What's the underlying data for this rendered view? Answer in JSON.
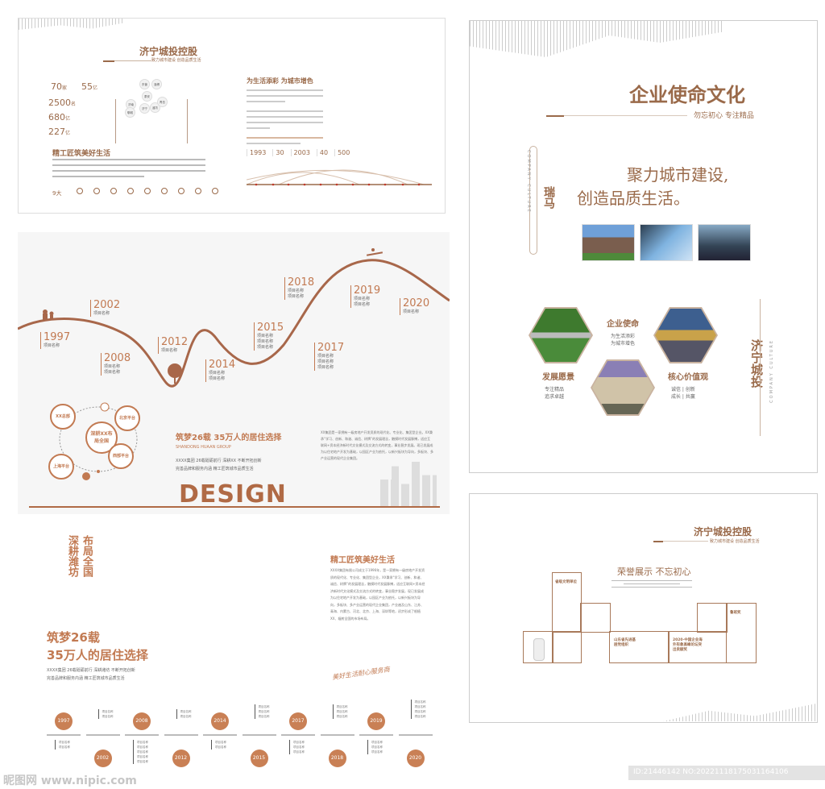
{
  "panel_a": {
    "title": "济宁城投控股",
    "subtitle": "致力城市建设 创造品质生活",
    "stats": [
      {
        "num": "70",
        "unit": "家"
      },
      {
        "num": "55",
        "unit": "亿"
      },
      {
        "num": "2500",
        "unit": "名"
      },
      {
        "num": "680",
        "unit": "亿"
      },
      {
        "num": "227",
        "unit": "亿"
      }
    ],
    "map_nodes": [
      "济南",
      "济宁",
      "潍坊",
      "泰安",
      "青岛",
      "聊城",
      "淄博",
      "东营"
    ],
    "heading": "精工匠筑美好生活",
    "right_heading": "为生活添彩 为城市增色",
    "key_stats": [
      "1993",
      "30",
      "2003",
      "40",
      "500"
    ],
    "icons_prefix": "9大"
  },
  "panel_b": {
    "timeline": [
      {
        "year": "1997",
        "items": [
          "项目名称"
        ]
      },
      {
        "year": "2002",
        "items": [
          "项目名称"
        ]
      },
      {
        "year": "2008",
        "items": [
          "项目名称",
          "项目名称"
        ]
      },
      {
        "year": "2012",
        "items": [
          "项目名称"
        ]
      },
      {
        "year": "2014",
        "items": [
          "项目名称",
          "项目名称"
        ]
      },
      {
        "year": "2015",
        "items": [
          "项目名称",
          "项目名称",
          "项目名称"
        ]
      },
      {
        "year": "2017",
        "items": [
          "项目名称",
          "项目名称",
          "项目名称"
        ]
      },
      {
        "year": "2018",
        "items": [
          "项目名称",
          "项目名称"
        ]
      },
      {
        "year": "2019",
        "items": [
          "项目名称",
          "项目名称"
        ]
      },
      {
        "year": "2020",
        "items": [
          "项目名称"
        ]
      }
    ],
    "center_circle": "深耕XX布局全国",
    "platforms": [
      "XX总部",
      "北京平台",
      "上海平台",
      "西部平台"
    ],
    "heading": "筑梦26载 35万人的居住选择",
    "subheading": "SHANDONG HUAAN GROUP",
    "body_lines": [
      "XXXX集团 26载砥砺前行 深耕XX 不断开拓创新",
      "完善品牌和服务内涵 精工匠筑城市品质生活"
    ],
    "paragraph": "XX集团是一家拥有一级房地产开发资质的现代化、专业化、集团型企业。XX秉承“学习、创新、和谐、诚信、树牌”的发展理念，触摸时代发展脉搏，适应互联网+资本经济新时代文化模式及交流方式的转变，事业稳步发展。现已发展成为以住宅地产开发为基础，以园区产业为依托，以新兴板块为导向，多板块、多产业运营的现代企业集团。",
    "design_word": "DESIGN"
  },
  "panel_c": {
    "vertical_1": "深耕潍坊",
    "vertical_2": "布局全国",
    "heading_1": "筑梦26载",
    "heading_2": "35万人的居住选择",
    "lines": [
      "XXXX集团 26载砥砺前行 深耕潍坊 不断开拓创新",
      "完善品牌和服务内涵 精工匠筑城市品质生活"
    ],
    "right_heading": "精工匠筑美好生活",
    "right_paragraph": "XXXX集团有限公司成立于1996年，是一家拥有一级房地产开发资质的现代化、专业化、集团型企业，XX秉承“学习、创新、和谐、诚信、树牌”的发展理念，触摸时代发展脉搏，适应互联网+资本经济新时代文化模式及交流方式的转变，事业稳步发展，现已发展成为以住宅地产开发为基础，以园区产业为依托，以新兴板块为导向，多板块、多产业运营的现代企业集团，产业遍及山东、江苏、青海、内蒙古、河北、北京、上海、深圳等地，初步形成了根植XX、辐射全国的市场布局。",
    "signature": "美好生活耐心服务商",
    "timeline": [
      {
        "year": "1997",
        "items": [
          "项目名称",
          "项目名称"
        ]
      },
      {
        "year": "2002",
        "items": [
          "项目名称",
          "项目名称"
        ]
      },
      {
        "year": "2008",
        "items": [
          "项目名称",
          "项目名称",
          "项目名称",
          "项目名称",
          "项目名称"
        ]
      },
      {
        "year": "2012",
        "items": [
          "项目名称",
          "项目名称"
        ]
      },
      {
        "year": "2014",
        "items": [
          "项目名称",
          "项目名称"
        ]
      },
      {
        "year": "2015",
        "items": [
          "项目名称",
          "项目名称",
          "项目名称"
        ]
      },
      {
        "year": "2017",
        "items": [
          "项目名称",
          "项目名称",
          "项目名称"
        ]
      },
      {
        "year": "2018",
        "items": [
          "项目名称",
          "项目名称",
          "项目名称"
        ]
      },
      {
        "year": "2019",
        "items": [
          "项目名称",
          "项目名称",
          "项目名称"
        ]
      },
      {
        "year": "2020",
        "items": [
          "项目名称",
          "项目名称",
          "项目名称",
          "项目名称"
        ]
      }
    ]
  },
  "panel_d": {
    "title": "企业使命文化",
    "subtitle": "勿忘初心 专注精品",
    "vertical_en": "COMPANY CULTURE",
    "vertical_cn": "瑞马",
    "slogan_1": "聚力城市建设,",
    "slogan_2": "创造品质生活。",
    "mission": {
      "title": "企业使命",
      "lines": [
        "为生活添彩",
        "为城市增色"
      ]
    },
    "vision": {
      "title": "发展愿景",
      "lines": [
        "专注精品",
        "追求卓越"
      ]
    },
    "values": {
      "title": "核心价值观",
      "lines": [
        "诚信 | 创新",
        "成长 | 共赢"
      ]
    },
    "right_vertical": "济宁城投",
    "right_en": "COMPANY CULTURE"
  },
  "panel_e": {
    "title": "济宁城投控股",
    "subtitle": "致力城市建设 创造品质生活",
    "heading": "荣誉展示 不忘初心",
    "awards": [
      "省级文明单位",
      "山东省先进基层党组织",
      "2020·中国企业海外形象高峰论坛突出贡献奖",
      "鲁班奖"
    ]
  },
  "watermark": {
    "site": "昵图网 www.nipic.com",
    "id": "ID:21446142 NO:20221118175031164106"
  },
  "colors": {
    "brown": "#9a6a4a",
    "orange": "#c27a52"
  }
}
